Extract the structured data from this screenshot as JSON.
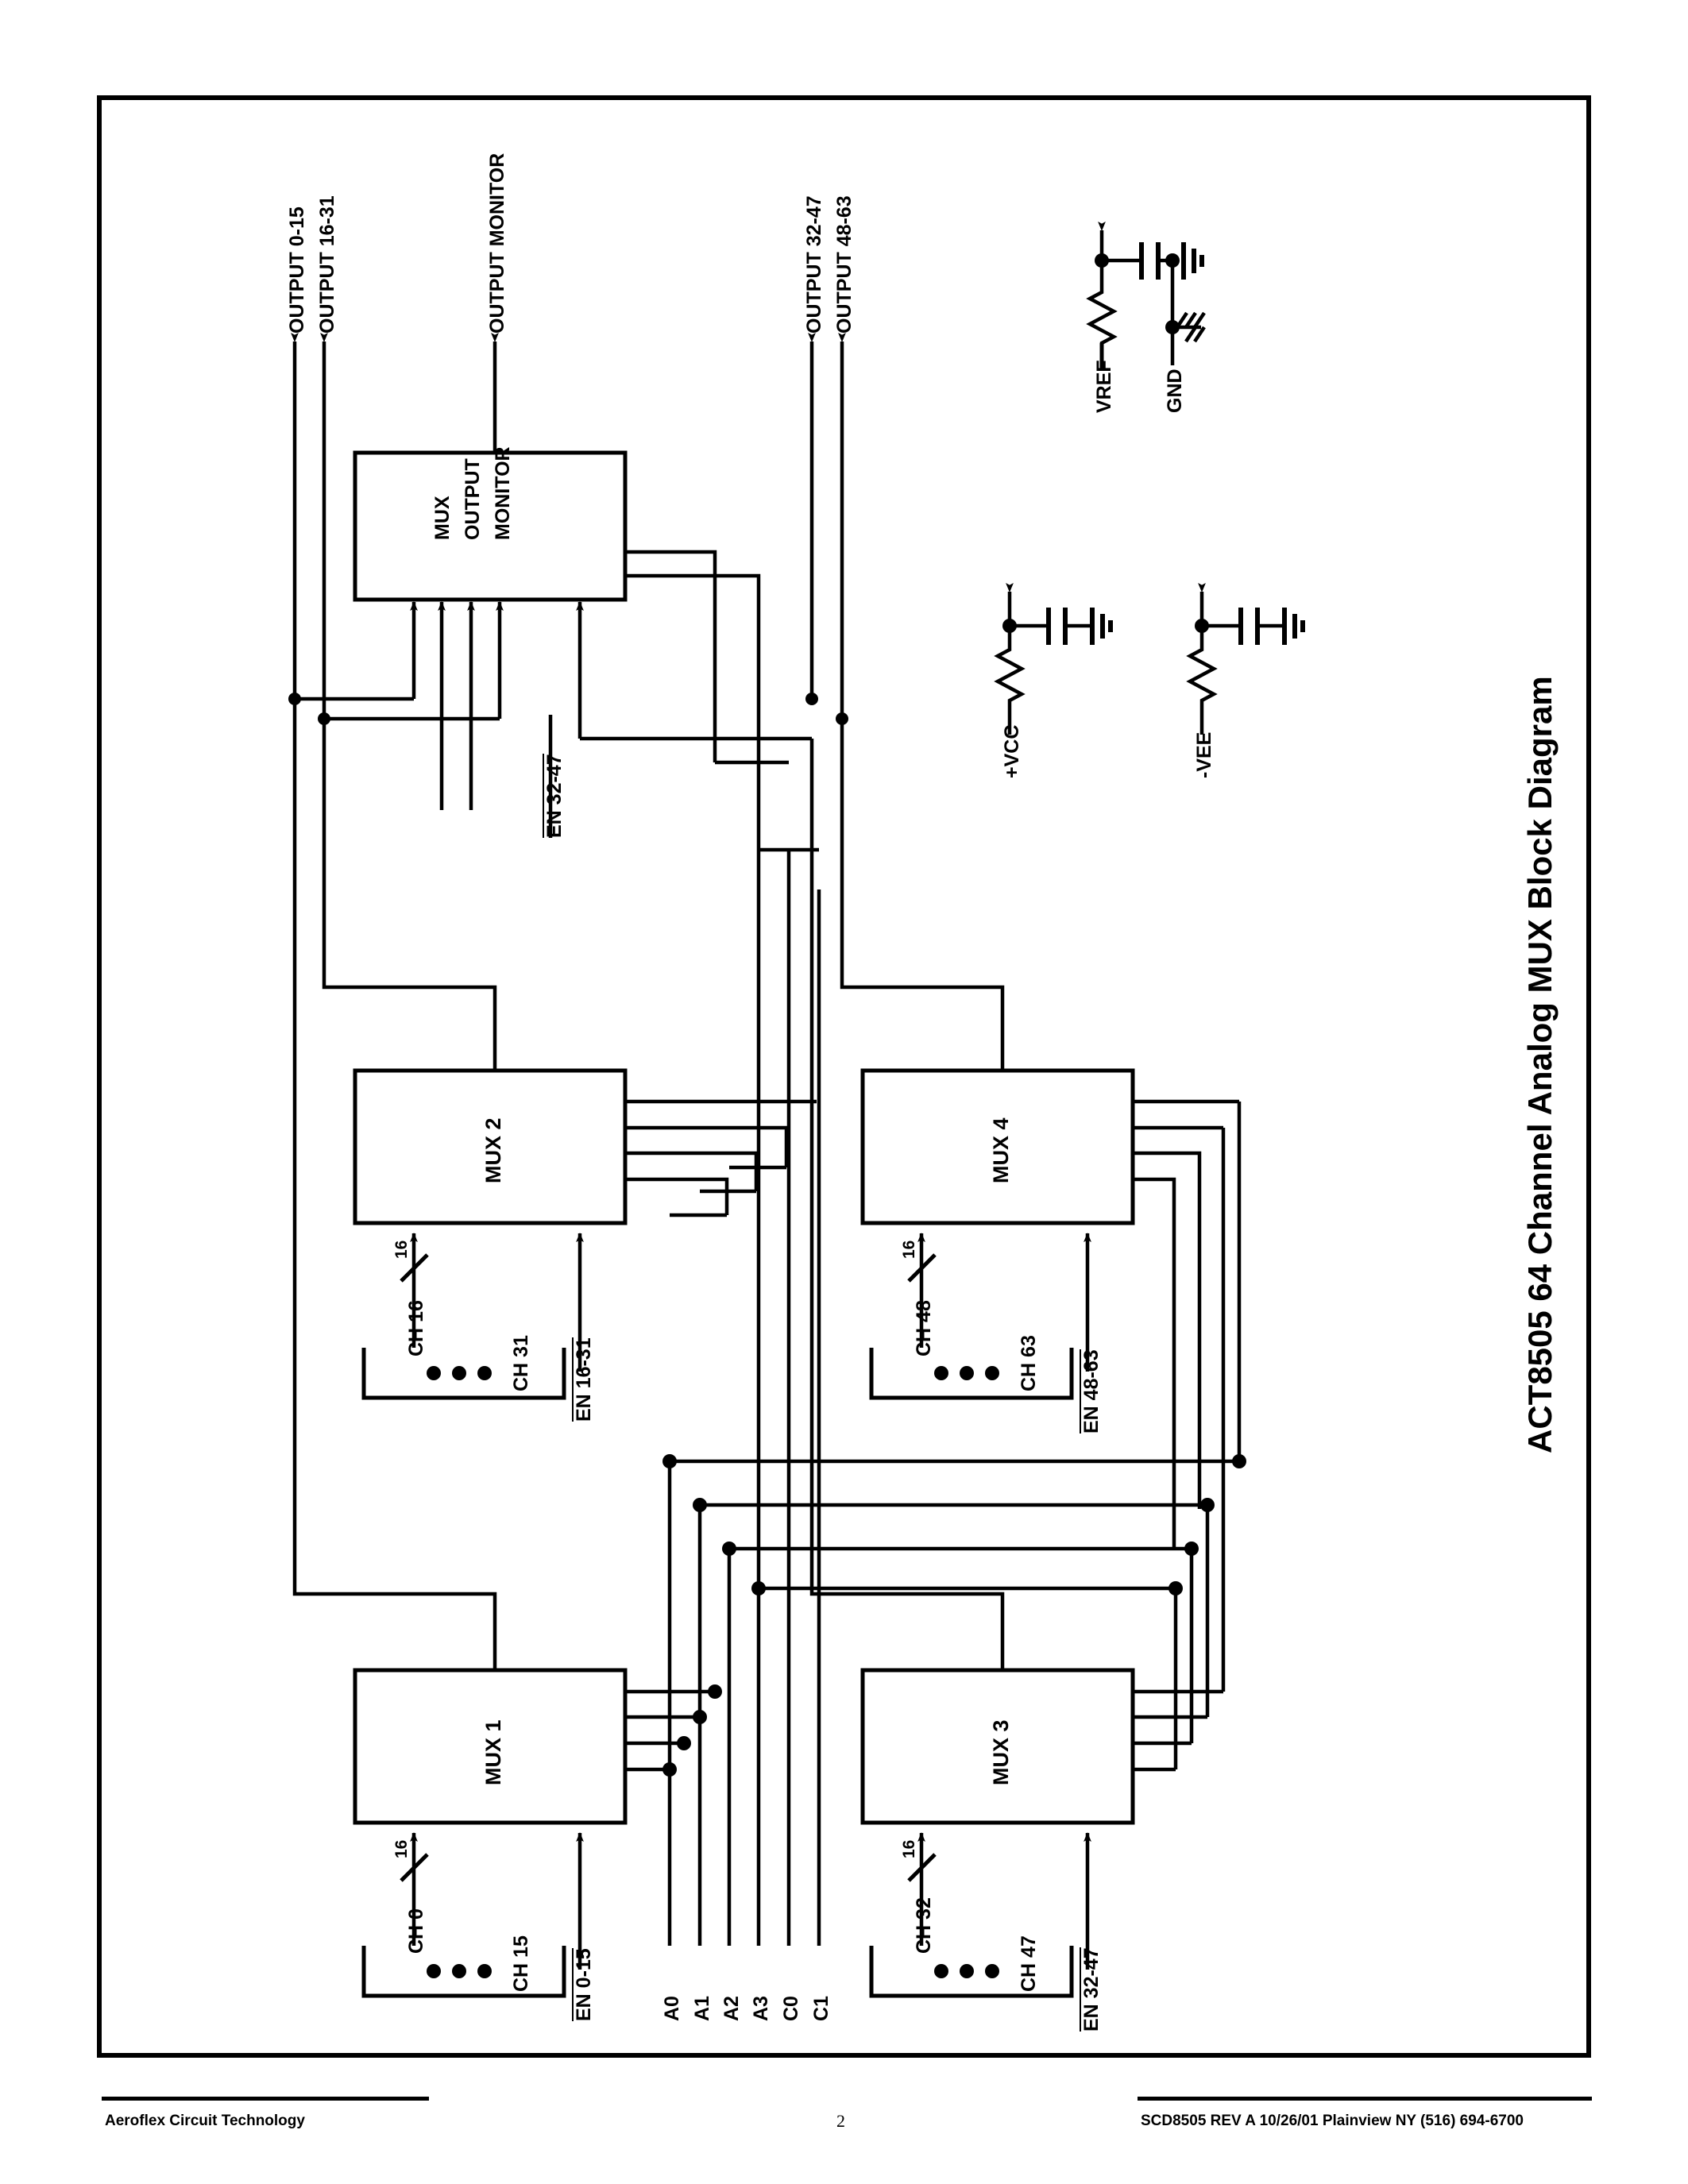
{
  "document": {
    "title": "ACT8505 64 Channel Analog MUX  Block Diagram",
    "page_number": "2"
  },
  "footer": {
    "company": "Aeroflex Circuit Technology",
    "doc_ref": "SCD8505 REV A  10/26/01  Plainview NY (516) 694-6700"
  },
  "outputs": {
    "out_0_15": "OUTPUT 0-15",
    "out_16_31": "OUTPUT 16-31",
    "out_monitor": "OUTPUT MONITOR",
    "out_32_47": "OUTPUT 32-47",
    "out_48_63": "OUTPUT 48-63"
  },
  "blocks": {
    "monitor": {
      "line1": "MUX",
      "line2": "OUTPUT",
      "line3": "MONITOR"
    },
    "mux1": {
      "label": "MUX 1"
    },
    "mux2": {
      "label": "MUX 2"
    },
    "mux3": {
      "label": "MUX 3"
    },
    "mux4": {
      "label": "MUX 4"
    }
  },
  "channels": {
    "mux1": {
      "first": "CH 0",
      "last": "CH 15",
      "bus_width": "16",
      "enable": "EN 0-15"
    },
    "mux2": {
      "first": "CH 16",
      "last": "CH 31",
      "bus_width": "16",
      "enable": "EN 16-31"
    },
    "mux3": {
      "first": "CH 32",
      "last": "CH 47",
      "bus_width": "16",
      "enable": "EN 32-47"
    },
    "mux4": {
      "first": "CH 48",
      "last": "CH 63",
      "bus_width": "16",
      "enable": "EN 48-63"
    }
  },
  "monitor_enable": "EN 32-47",
  "control_lines": [
    "A0",
    "A1",
    "A2",
    "A3",
    "C0",
    "C1"
  ],
  "power": {
    "vref": "VREF",
    "gnd": "GND",
    "vcc": "+VCC",
    "vee": "-VEE"
  },
  "colors": {
    "ink": "#000000",
    "paper": "#ffffff"
  }
}
